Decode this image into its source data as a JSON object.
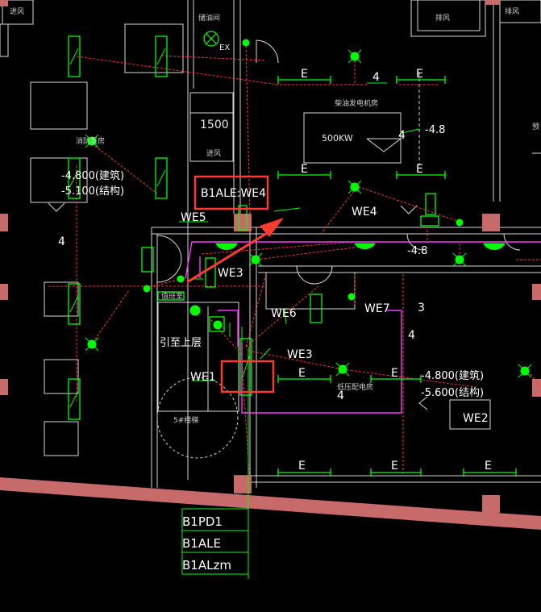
{
  "rooms": {
    "vent_top_left": "进风",
    "oil_storage": "储油间",
    "vent_top_center": "排风",
    "vent_top_right": "排风",
    "diesel_room": "柴油发电机房",
    "vent_mid": "进风",
    "fire_pump": "消防泵房",
    "duty_room": "值班室",
    "lowvolt_room": "低压配电房",
    "ramp": "5#楼梯",
    "right_edge": "预"
  },
  "labels": {
    "ex": "EX",
    "gen_power": "500KW",
    "dim_1500": "1500",
    "elev_arch_left": "-4.800(建筑)",
    "elev_struct_left": "-5.100(结构)",
    "elev_48_top": "-4.8",
    "elev_48_mid": "-4.8",
    "elev_arch_right": "-4.800(建筑)",
    "elev_struct_right": "-5.600(结构)",
    "lead_up": "引至上层",
    "callout": "B1ALE:WE4",
    "e": "E",
    "four": "4",
    "three": "3"
  },
  "circuits": {
    "we1": "WE1",
    "we2": "WE2",
    "we3a": "WE3",
    "we3b": "WE3",
    "we4": "WE4",
    "we5": "WE5",
    "we6": "WE6",
    "we7": "WE7"
  },
  "panels": [
    "B1PD1",
    "B1ALE",
    "B1ALzm"
  ],
  "colors": {
    "background": "#000000",
    "wall": "#e6e6e6",
    "column": "#c76a6a",
    "fixture": "#00ff00",
    "circuit_line": "#ff3333",
    "magenta": "#ff33ff",
    "highlight": "#ff3b30"
  }
}
